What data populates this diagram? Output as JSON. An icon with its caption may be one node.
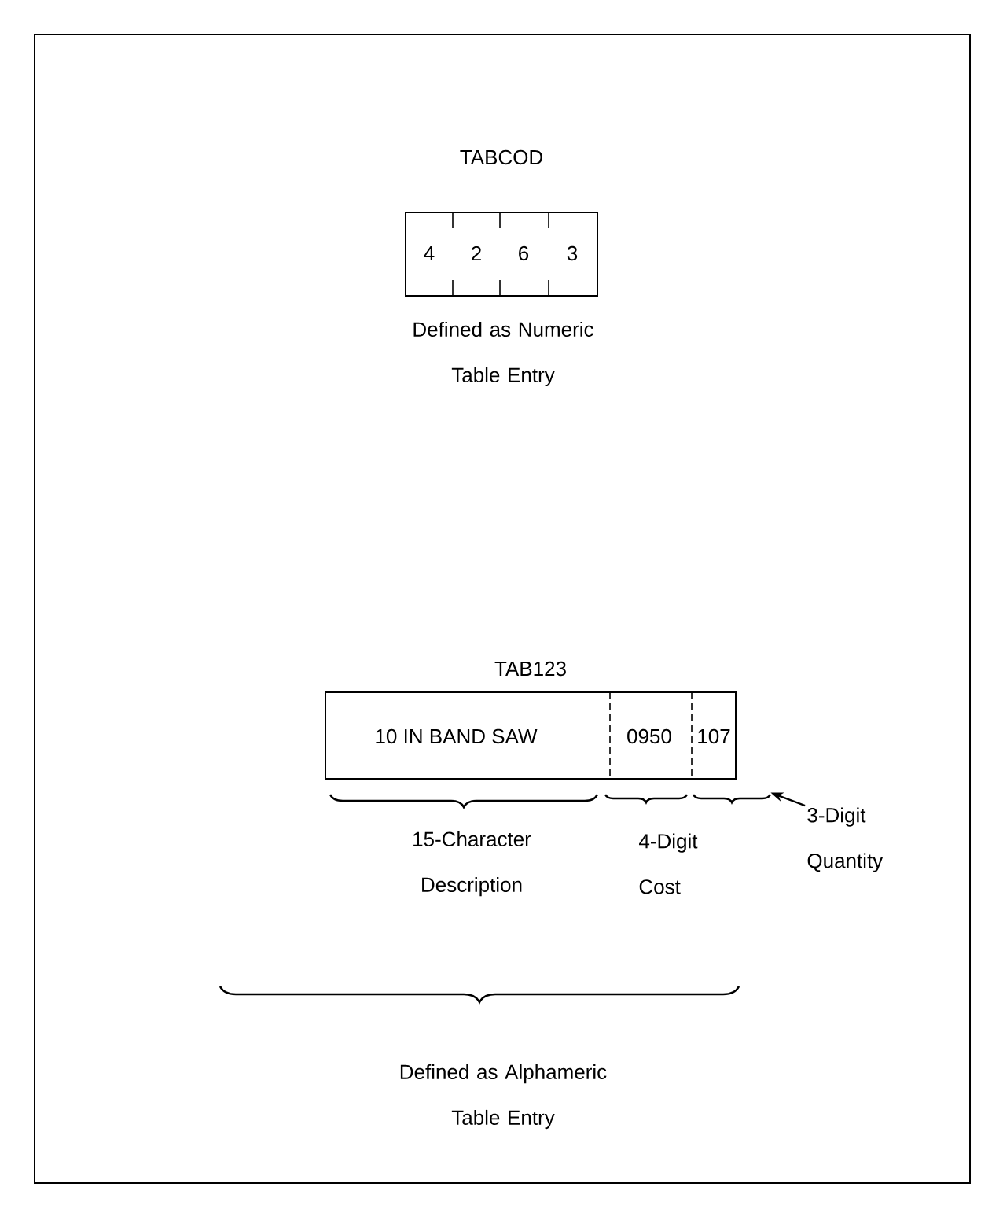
{
  "diagram": {
    "nodes": [
      {
        "text": [
          "TABCOD"
        ]
      },
      {
        "text": [
          "4"
        ],
        "in": 0
      },
      {
        "text": [
          "2"
        ],
        "in": 0
      },
      {
        "text": [
          "6"
        ],
        "in": 0
      },
      {
        "text": [
          "3"
        ],
        "in": 0
      },
      {
        "text": [
          "TAB123"
        ]
      },
      {
        "text": [
          "10 IN BAND SAW"
        ],
        "in": 5
      },
      {
        "text": [
          "0950"
        ],
        "in": 5
      },
      {
        "text": [
          "107"
        ],
        "in": 5
      },
      {
        "text": [
          "3-Digit Quantity"
        ]
      },
      {
        "text": [],
        "shape": "brace"
      }
    ],
    "edges": [
      {
        "from": 9,
        "to": 10,
        "arrow": "to"
      }
    ],
    "labels": [
      "Defined as Numeric Table Entry",
      "15-Character Description",
      "4-Digit Cost",
      "Defined as Alphameric Table Entry"
    ]
  }
}
